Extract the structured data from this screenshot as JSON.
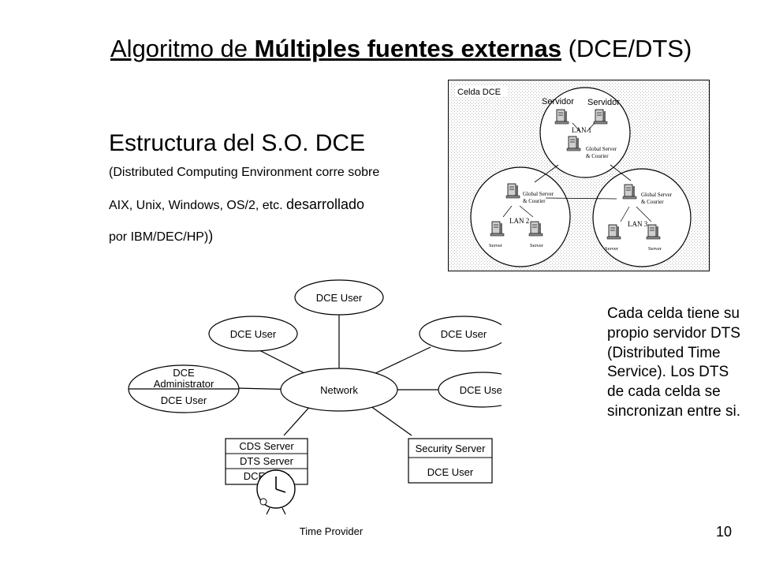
{
  "title": {
    "prefix": "Algoritmo de ",
    "bold": "Múltiples fuentes externas",
    "suffix": " (DCE/DTS)"
  },
  "subtitle": "Estructura del S.O. DCE",
  "description": {
    "line1": "(Distributed Computing Environment corre sobre",
    "line2a": "AIX, Unix, Windows, OS/2, etc. ",
    "line2b": "desarrollado",
    "line3a": "por IBM/DEC/HP)",
    "line3b": ")"
  },
  "cell_figure": {
    "cell_label": "Celda DCE",
    "server_label_1": "Servidor",
    "server_label_2": "Servidor",
    "lan1": "LAN 1",
    "lan2": "LAN 2",
    "lan3": "LAN 3",
    "global_server_line1": "Global Server",
    "global_server_line2": "& Courier",
    "server_small": "Server"
  },
  "network_diagram": {
    "center": "Network",
    "user_top": "DCE User",
    "user_upper_left": "DCE User",
    "user_upper_right": "DCE User",
    "user_right": "DCE User",
    "admin_line1": "DCE",
    "admin_line2": "Administrator",
    "admin_user": "DCE User",
    "cds_server": "CDS Server",
    "dts_server": "DTS Server",
    "cds_stack_user": "DCE User",
    "security_server": "Security Server",
    "security_user": "DCE User",
    "time_provider": "Time Provider"
  },
  "side_note": "Cada celda tiene su propio servidor DTS (Distributed Time Service). Los DTS de cada celda se sincronizan entre si.",
  "page_number": "10"
}
